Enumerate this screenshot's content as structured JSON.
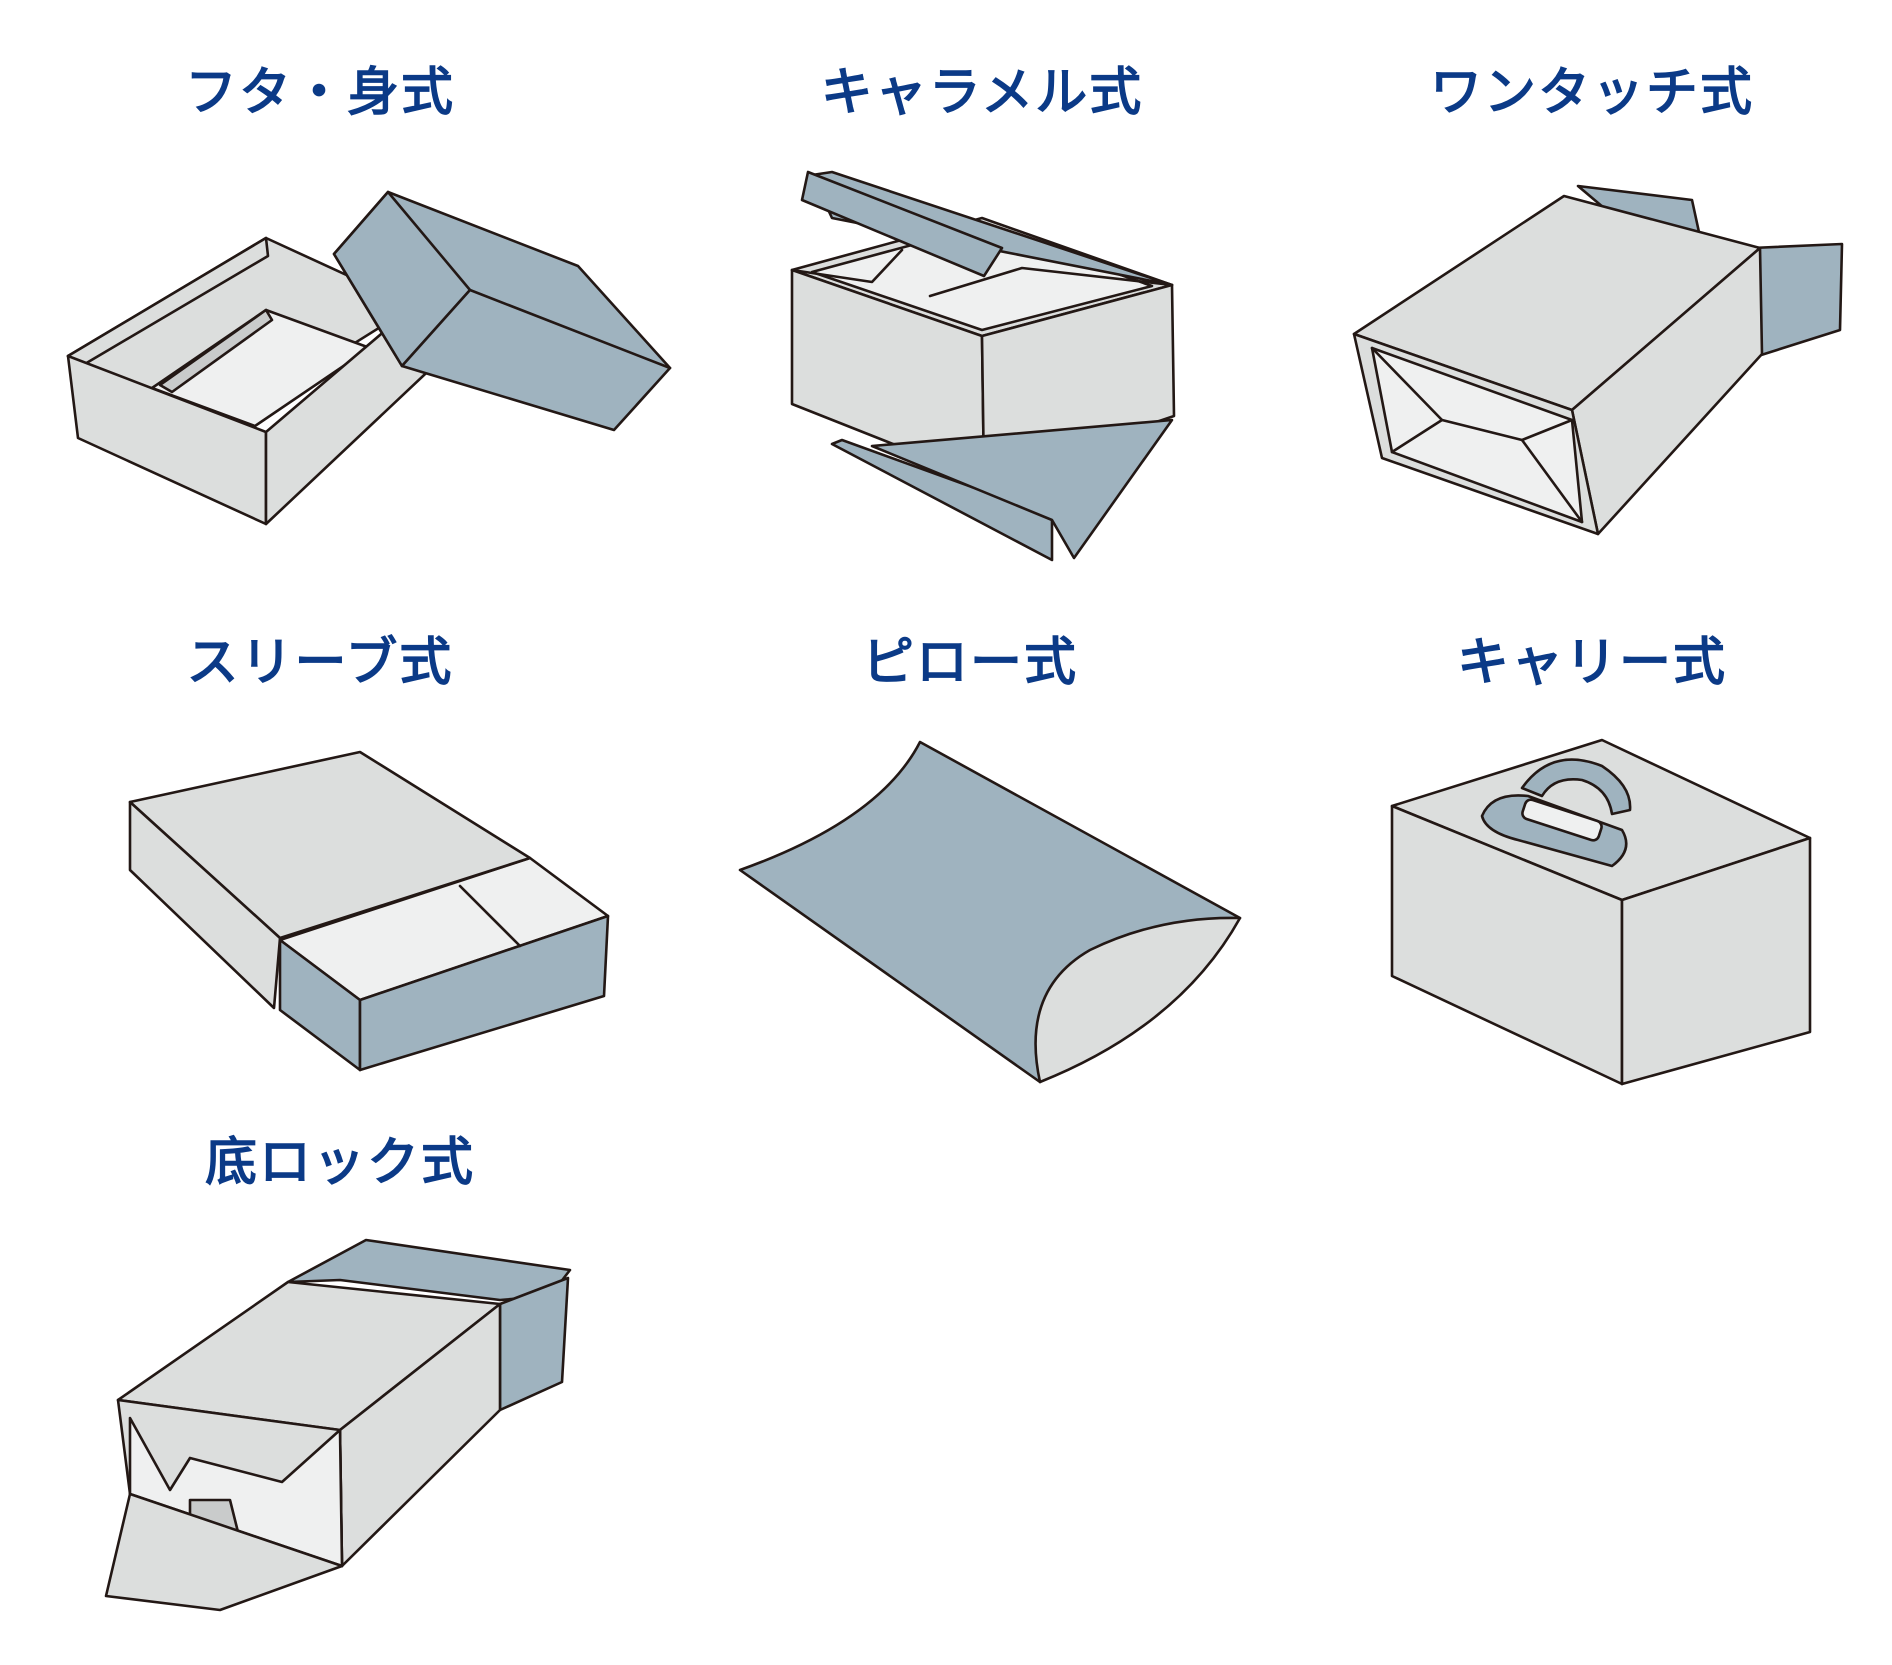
{
  "types": [
    {
      "label": "フタ・身式"
    },
    {
      "label": "キャラメル式"
    },
    {
      "label": "ワンタッチ式"
    },
    {
      "label": "スリーブ式"
    },
    {
      "label": "ピロー式"
    },
    {
      "label": "キャリー式"
    },
    {
      "label": "底ロック式"
    }
  ],
  "colors": {
    "title": "#0b3a87",
    "panel_gray": "#dcdedd",
    "panel_light": "#eff0f0",
    "panel_blue": "#9fb3bf",
    "outline": "#231815"
  }
}
